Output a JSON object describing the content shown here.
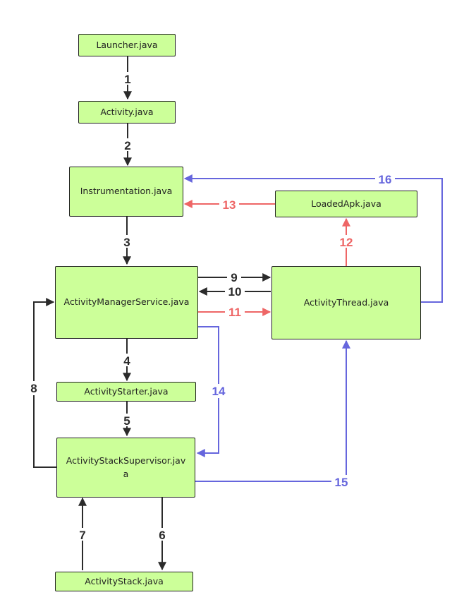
{
  "colors": {
    "black": "#2b2b2b",
    "red": "#ee6666",
    "blue": "#6666dd",
    "node_fill": "#ccff99"
  },
  "nodes": {
    "launcher": "Launcher.java",
    "activity": "Activity.java",
    "instrumentation": "Instrumentation.java",
    "loadedapk": "LoadedApk.java",
    "ams": "ActivityManagerService.java",
    "activitythread": "ActivityThread.java",
    "starter": "ActivityStarter.java",
    "supervisor": "ActivityStackSupervisor.java",
    "stack": "ActivityStack.java"
  },
  "edges": [
    {
      "label": "1",
      "from": "Launcher.java",
      "to": "Activity.java",
      "color": "black"
    },
    {
      "label": "2",
      "from": "Activity.java",
      "to": "Instrumentation.java",
      "color": "black"
    },
    {
      "label": "3",
      "from": "Instrumentation.java",
      "to": "ActivityManagerService.java",
      "color": "black"
    },
    {
      "label": "4",
      "from": "ActivityManagerService.java",
      "to": "ActivityStarter.java",
      "color": "black"
    },
    {
      "label": "5",
      "from": "ActivityStarter.java",
      "to": "ActivityStackSupervisor.java",
      "color": "black"
    },
    {
      "label": "6",
      "from": "ActivityStackSupervisor.java",
      "to": "ActivityStack.java",
      "color": "black"
    },
    {
      "label": "7",
      "from": "ActivityStack.java",
      "to": "ActivityStackSupervisor.java",
      "color": "black"
    },
    {
      "label": "8",
      "from": "ActivityStackSupervisor.java",
      "to": "ActivityManagerService.java",
      "color": "black"
    },
    {
      "label": "9",
      "from": "ActivityManagerService.java",
      "to": "ActivityThread.java",
      "color": "black"
    },
    {
      "label": "10",
      "from": "ActivityThread.java",
      "to": "ActivityManagerService.java",
      "color": "black"
    },
    {
      "label": "11",
      "from": "ActivityManagerService.java",
      "to": "ActivityThread.java",
      "color": "red"
    },
    {
      "label": "12",
      "from": "ActivityThread.java",
      "to": "LoadedApk.java",
      "color": "red"
    },
    {
      "label": "13",
      "from": "LoadedApk.java",
      "to": "Instrumentation.java",
      "color": "red"
    },
    {
      "label": "14",
      "from": "ActivityManagerService.java",
      "to": "ActivityStackSupervisor.java",
      "color": "blue"
    },
    {
      "label": "15",
      "from": "ActivityStackSupervisor.java",
      "to": "ActivityThread.java",
      "color": "blue"
    },
    {
      "label": "16",
      "from": "ActivityThread.java",
      "to": "Instrumentation.java",
      "color": "blue"
    }
  ]
}
